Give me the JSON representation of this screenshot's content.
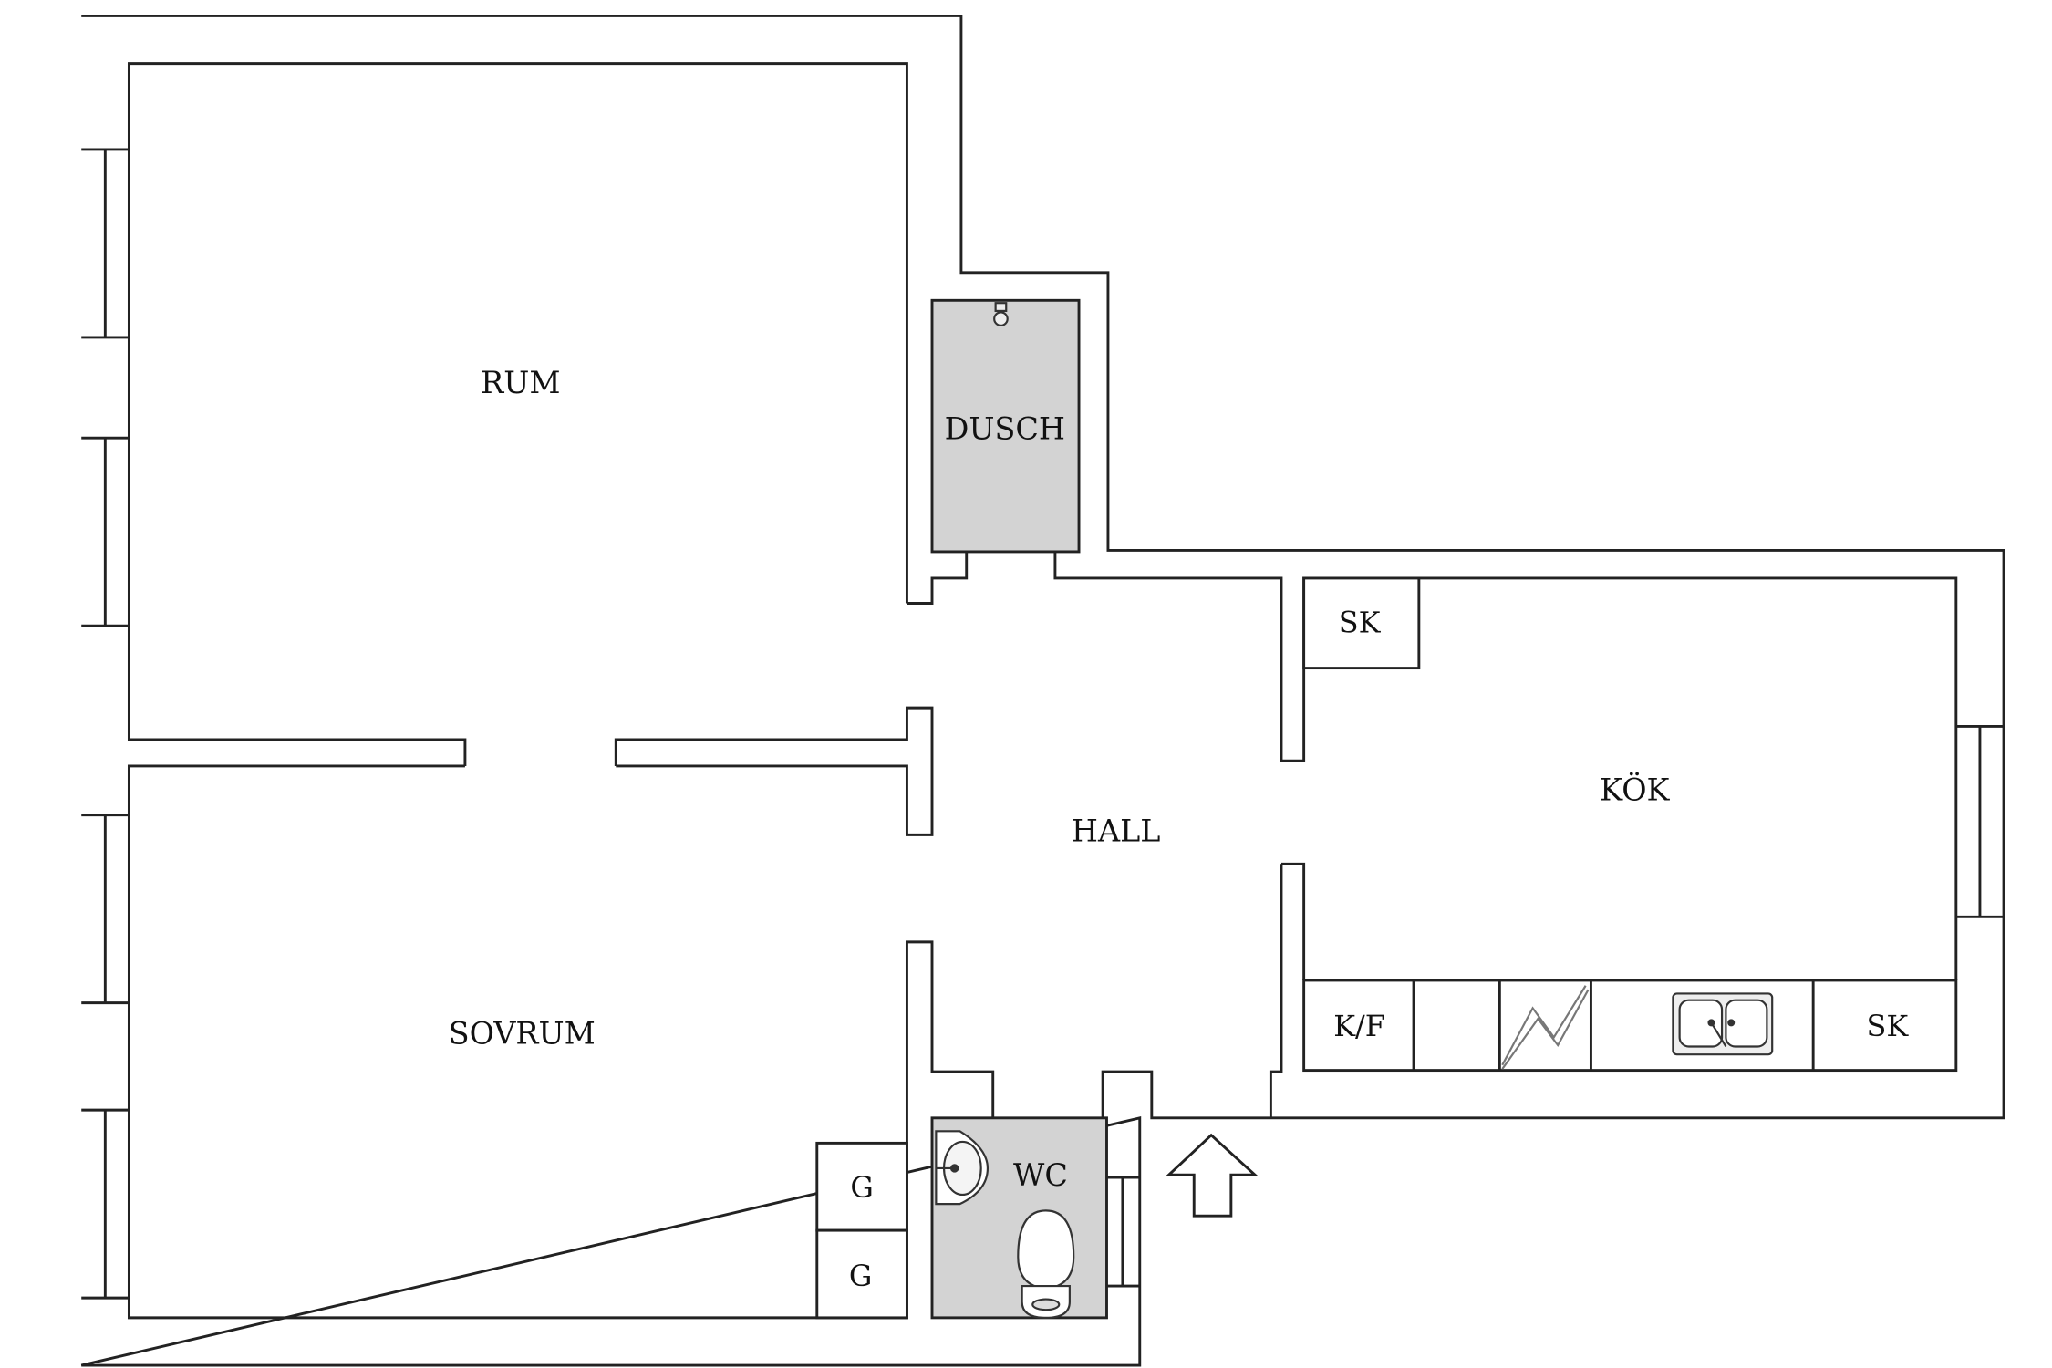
{
  "colors": {
    "wall_fill": "#ffffff",
    "line": "#222222",
    "wet_room": "#d3d3d3",
    "background": "#ffffff"
  },
  "rooms": {
    "rum": "RUM",
    "dusch": "DUSCH",
    "hall": "HALL",
    "kok": "KÖK",
    "sovrum": "SOVRUM",
    "wc": "WC"
  },
  "fixtures": {
    "sk_kitchen_top": "SK",
    "kf": "K/F",
    "sk_counter": "SK",
    "g_top": "G",
    "g_bottom": "G"
  },
  "icons": {
    "entrance": "entrance-arrow-icon",
    "stove": "stove-icon",
    "sink": "double-sink-icon",
    "shower_head": "shower-head-icon",
    "washbasin": "washbasin-icon",
    "toilet": "toilet-icon"
  }
}
